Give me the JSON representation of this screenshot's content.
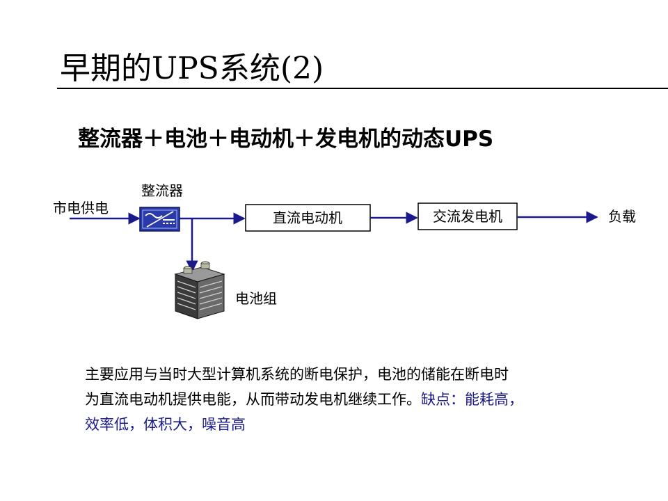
{
  "slide": {
    "title": "早期的UPS系统(2)",
    "subtitle": "整流器＋电池＋电动机＋发电机的动态UPS"
  },
  "diagram": {
    "input_label": "市电供电",
    "rectifier_label": "整流器",
    "dc_motor_label": "直流电动机",
    "ac_generator_label": "交流发电机",
    "load_label": "负载",
    "battery_label": "电池组",
    "icons": [
      "rectifier-icon",
      "battery-icon"
    ],
    "colors": {
      "arrow": "#1a1a8c",
      "rectifier": "#2a3aa8",
      "battery": "#5a5a5a"
    }
  },
  "description": {
    "line1": "主要应用与当时大型计算机系统的断电保护，电池的储能在断电时",
    "line2_plain": "为直流电动机提供电能，从而带动发电机继续工作。",
    "line2_highlight": "缺点：能耗高，",
    "line3_highlight": "效率低，体积大，噪音高"
  }
}
